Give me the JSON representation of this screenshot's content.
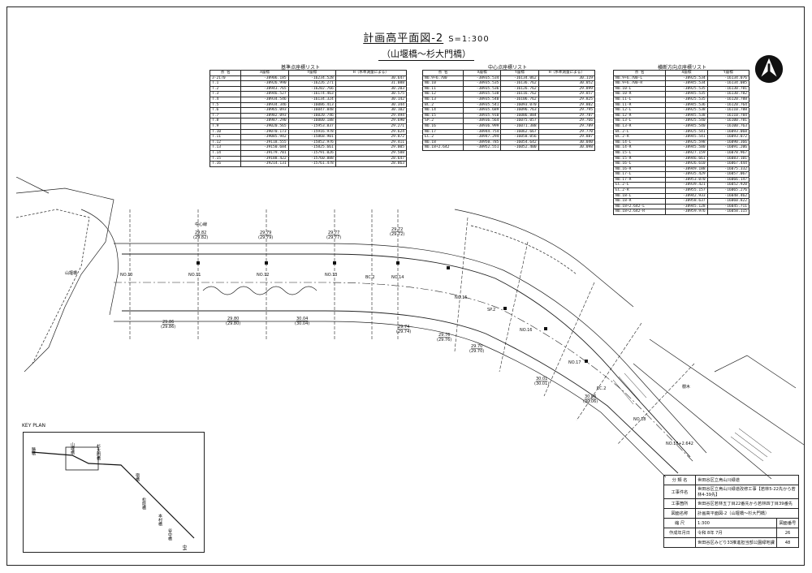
{
  "drawing": {
    "title": "計画高平面図-2",
    "scale": "S=1:300",
    "subtitle": "（山堰橋～杉大門橋）"
  },
  "tables": [
    {
      "caption": "基準点座標リスト",
      "headers": [
        "点 名",
        "X座標",
        "Y座標",
        "H（水準測量による）"
      ],
      "rows": [
        [
          "3-2170",
          "-38906.185",
          "-16234.528",
          "30.647"
        ],
        [
          "T.1",
          "-38926.990",
          "-16226.271",
          "31.088"
        ],
        [
          "T.2",
          "-38943.765",
          "-16202.766",
          "30.203"
        ],
        [
          "T.3",
          "-38946.527",
          "-16174.463",
          "30.575"
        ],
        [
          "T.4",
          "-38934.546",
          "-16134.324",
          "30.142"
        ],
        [
          "T.5",
          "-38934.346",
          "-16086.413",
          "30.344"
        ],
        [
          "T.6",
          "-38965.093",
          "-16047.848",
          "30.102"
        ],
        [
          "T.7",
          "-38982.093",
          "-16020.746",
          "29.494"
        ],
        [
          "T.8",
          "-38987.290",
          "-16000.188",
          "29.690"
        ],
        [
          "T.9",
          "-39020.565",
          "-15953.837",
          "29.271"
        ],
        [
          "T.10",
          "-39070.173",
          "-15916.978",
          "29.624"
        ],
        [
          "T.11",
          "-39085.942",
          "-15868.901",
          "29.872"
        ],
        [
          "T.12",
          "-39118.555",
          "-15852.976",
          "29.411"
        ],
        [
          "T.13",
          "-39150.684",
          "-15825.661",
          "29.005"
        ],
        [
          "T.14",
          "-39179.701",
          "-15791.026",
          "29.588"
        ],
        [
          "T.15",
          "-39188.422",
          "-15760.888",
          "28.647"
        ],
        [
          "T.16",
          "-39214.131",
          "-15761.478",
          "28.863"
        ]
      ]
    },
    {
      "caption": "中心点座標リスト",
      "headers": [
        "点 名",
        "X座標",
        "Y座標",
        "H（水準測量による）"
      ],
      "rows": [
        [
          "NO.9+6.700",
          "-38935.534",
          "-16134.062",
          "30.119"
        ],
        [
          "NO.10",
          "-38935.535",
          "-16136.762",
          "30.052"
        ],
        [
          "NO.11",
          "-38935.536",
          "-16126.762",
          "29.899"
        ],
        [
          "NO.12",
          "-38935.538",
          "-16116.762",
          "29.857"
        ],
        [
          "NO.13",
          "-38935.540",
          "-16106.762",
          "29.825"
        ],
        [
          "BC.2",
          "-38935.541",
          "-16093.070",
          "29.802"
        ],
        [
          "NO.14",
          "-38935.689",
          "-16096.763",
          "29.795"
        ],
        [
          "NO.15",
          "-38935.910",
          "-16086.884",
          "29.787"
        ],
        [
          "SP.2",
          "-38936.564",
          "-16075.057",
          "29.766"
        ],
        [
          "NO.16",
          "-38936.999",
          "-16071.388",
          "29.789"
        ],
        [
          "NO.17",
          "-38944.754",
          "-16062.667",
          "29.770"
        ],
        [
          "EC.2",
          "-38947.294",
          "-16058.056",
          "29.887"
        ],
        [
          "NO.18",
          "-38950.785",
          "-16054.642",
          "30.040"
        ],
        [
          "NO.18+2.642",
          "-38952.551",
          "-16052.400",
          "30.098"
        ]
      ]
    },
    {
      "caption": "横断方向点座標リスト",
      "headers": [
        "点 名",
        "X座標",
        "Y座標"
      ],
      "rows": [
        [
          "NO.9+6.700-L",
          "-38925.534",
          "-16134.076"
        ],
        [
          "NO.9+6.700-R",
          "-38945.534",
          "-16134.085"
        ],
        [
          "NO.10-L",
          "-38925.535",
          "-16130.781"
        ],
        [
          "NO.10-R",
          "-38945.535",
          "-16130.782"
        ],
        [
          "NO.11-L",
          "-38925.535",
          "-16120.788"
        ],
        [
          "NO.11-R",
          "-38945.536",
          "-16120.764"
        ],
        [
          "NO.12-L",
          "-38925.538",
          "-16110.788"
        ],
        [
          "NO.12-R",
          "-38945.538",
          "-16110.784"
        ],
        [
          "NO.13-L",
          "-38925.540",
          "-16100.781"
        ],
        [
          "NO.13-R",
          "-38945.540",
          "-16100.763"
        ],
        [
          "BC.2-L",
          "-38925.541",
          "-16093.068"
        ],
        [
          "BC.2-R",
          "-38945.541",
          "-16093.072"
        ],
        [
          "NO.14-L",
          "-38925.598",
          "-16090.366"
        ],
        [
          "NO.14-R",
          "-38945.580",
          "-16091.206"
        ],
        [
          "NO.15-L",
          "-38927.159",
          "-16078.967"
        ],
        [
          "NO.15-R",
          "-38946.661",
          "-16083.101"
        ],
        [
          "NO.16-L",
          "-38926.610",
          "-16067.444"
        ],
        [
          "NO.16-R",
          "-38949.188",
          "-16075.332"
        ],
        [
          "NO.17-L",
          "-38935.429",
          "-16057.067"
        ],
        [
          "NO.17-R",
          "-38953.070",
          "-16066.147"
        ],
        [
          "EC.2-L",
          "-38939.421",
          "-16052.920"
        ],
        [
          "EC.2-R",
          "-38955.157",
          "-16065.276"
        ],
        [
          "NO.18-L",
          "-38942.933",
          "-16048.462"
        ],
        [
          "NO.18-R",
          "-38958.637",
          "-16060.822"
        ],
        [
          "NO.18+2.642-L",
          "-38945.128",
          "-16045.711"
        ],
        [
          "NO.18+2.642-R",
          "-38959.976",
          "-16058.115"
        ]
      ]
    }
  ],
  "stations": [
    "NO.10",
    "NO.11",
    "NO.12",
    "NO.13",
    "BC.2",
    "NO.14",
    "NO.15",
    "SP.2",
    "NO.16",
    "NO.17",
    "EC.2",
    "NO.18",
    "NO.18+2.642"
  ],
  "elevations": [
    {
      "plan": "29.82",
      "exist": "(29.82)"
    },
    {
      "plan": "29.79",
      "exist": "(29.79)"
    },
    {
      "plan": "29.77",
      "exist": "(29.77)"
    },
    {
      "plan": "29.72",
      "exist": "(29.72)"
    },
    {
      "plan": "29.86",
      "exist": "(29.86)"
    },
    {
      "plan": "29.80",
      "exist": "(29.80)"
    },
    {
      "plan": "30.04",
      "exist": "(30.04)"
    },
    {
      "plan": "29.74",
      "exist": "(29.74)"
    },
    {
      "plan": "29.76",
      "exist": "(29.76)"
    },
    {
      "plan": "29.70",
      "exist": "(29.70)"
    },
    {
      "plan": "30.01",
      "exist": "(30.01)"
    },
    {
      "plan": "30.06",
      "exist": "(30.06)"
    }
  ],
  "plan_labels": {
    "center_line": "中心線",
    "bridge_left": "山堰橋",
    "tree": "樹木"
  },
  "key_plan": {
    "caption": "KEY PLAN",
    "labels": [
      "勝橋",
      "山堰橋",
      "杉大門橋",
      "宿橋",
      "松陰橋",
      "本村橋",
      "谷中橋",
      "中堰橋"
    ]
  },
  "title_block": [
    {
      "key": "分 類 名",
      "value": "世田谷区立烏山川緑道"
    },
    {
      "key": "工事件名",
      "value": "世田谷区立烏山川緑道改修工事【若林5-22先から若林4-39先】"
    },
    {
      "key": "工事箇所",
      "value": "世田谷区若林五丁目22番先から若林四丁目39番先"
    },
    {
      "key": "図面名称",
      "value": "計画高平面図-2（山堰橋～杉大門橋）"
    },
    {
      "key": "縮 尺",
      "value": "1:300",
      "extra_key": "図面番号",
      "extra_value": ""
    },
    {
      "key": "作成年月日",
      "value": "令和 8年 7月",
      "extra_value": "26"
    },
    {
      "key": "",
      "value": "世田谷区みどり33推進担当部公園緑地課",
      "extra_value": "48"
    }
  ]
}
